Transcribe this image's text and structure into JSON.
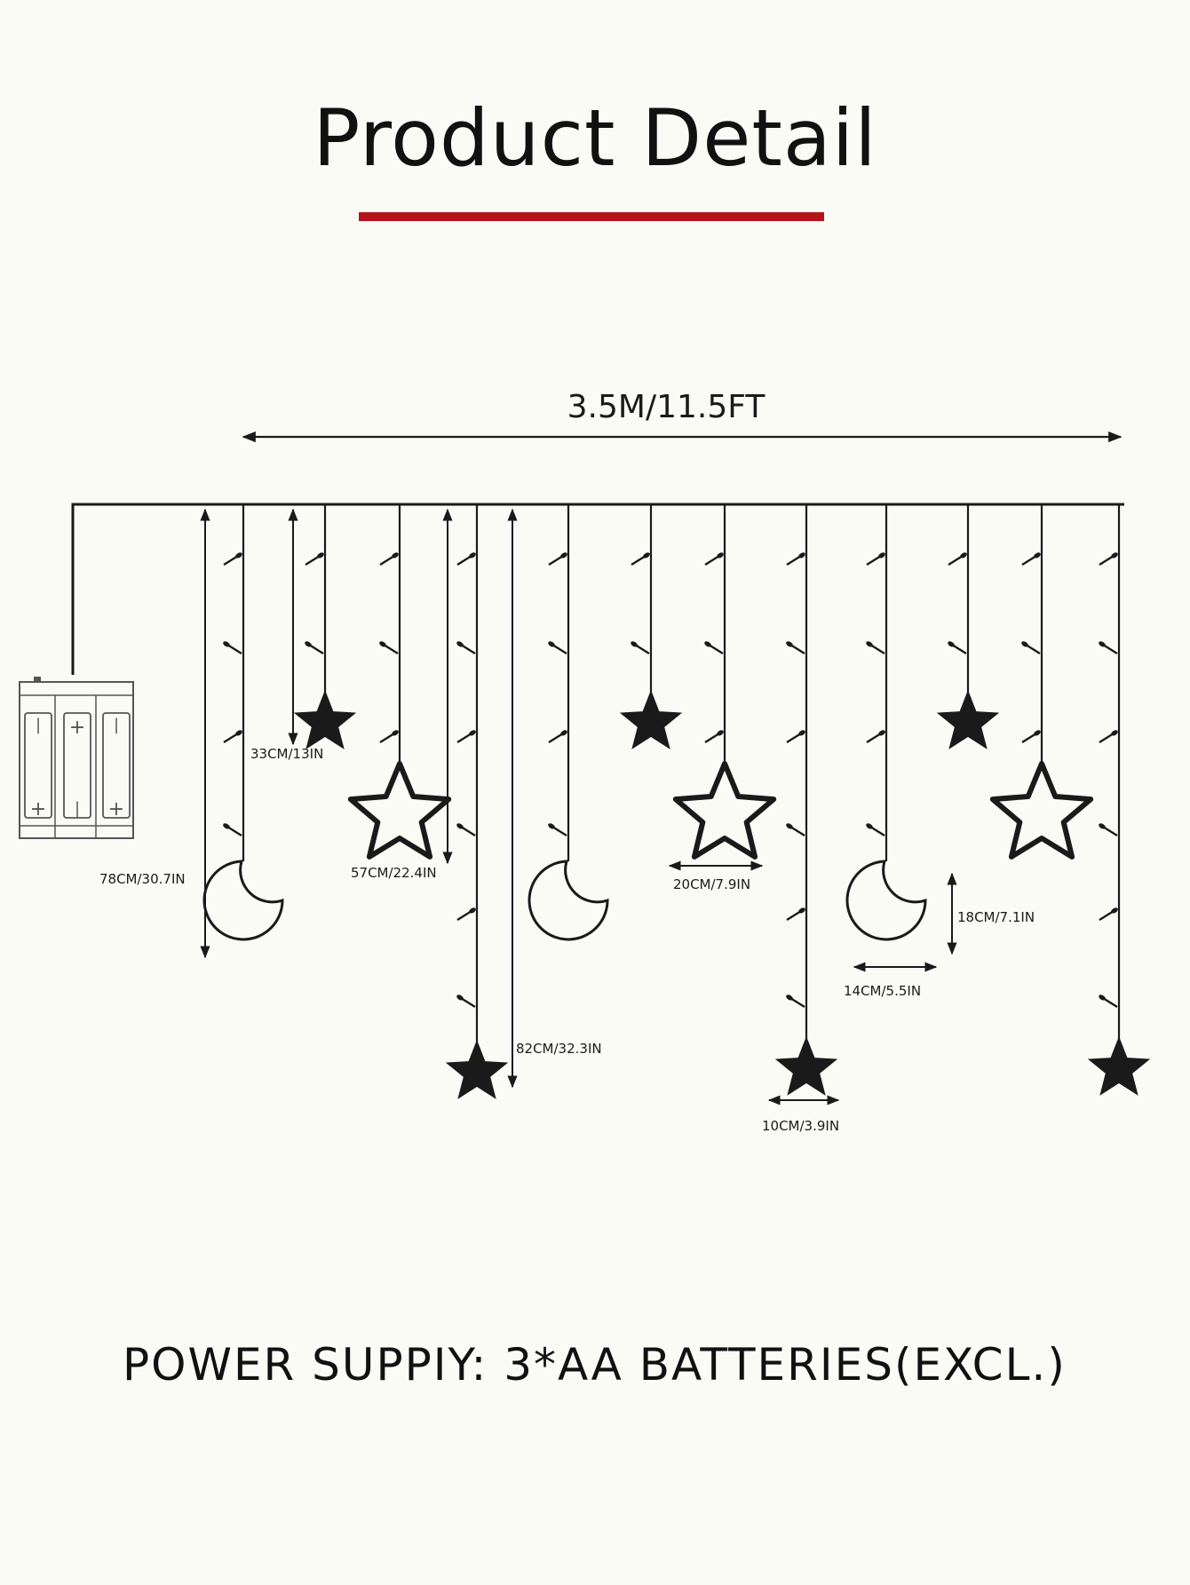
{
  "header": {
    "title": "Product Detail",
    "accent_color": "#b5141a"
  },
  "diagram": {
    "total_width_label": "3.5M/11.5FT",
    "dimensions": {
      "short_star_drop": "33CM/13IN",
      "mid_star_drop": "57CM/22.4IN",
      "moon_drop": "78CM/30.7IN",
      "long_star_drop": "82CM/32.3IN",
      "outline_star_width": "20CM/7.9IN",
      "moon_height": "18CM/7.1IN",
      "moon_width": "14CM/5.5IN",
      "small_star_width": "10CM/3.9IN"
    },
    "battery_box": {
      "cells": 3,
      "icon": "battery-box-icon"
    },
    "pendant_sequence": [
      "moon",
      "solid-star",
      "outline-star",
      "solid-star",
      "moon",
      "solid-star",
      "outline-star",
      "solid-star",
      "moon",
      "solid-star",
      "outline-star",
      "solid-star"
    ]
  },
  "footer": {
    "note": "POWER SUPPIY: 3*AA BATTERIES(EXCL.)"
  }
}
